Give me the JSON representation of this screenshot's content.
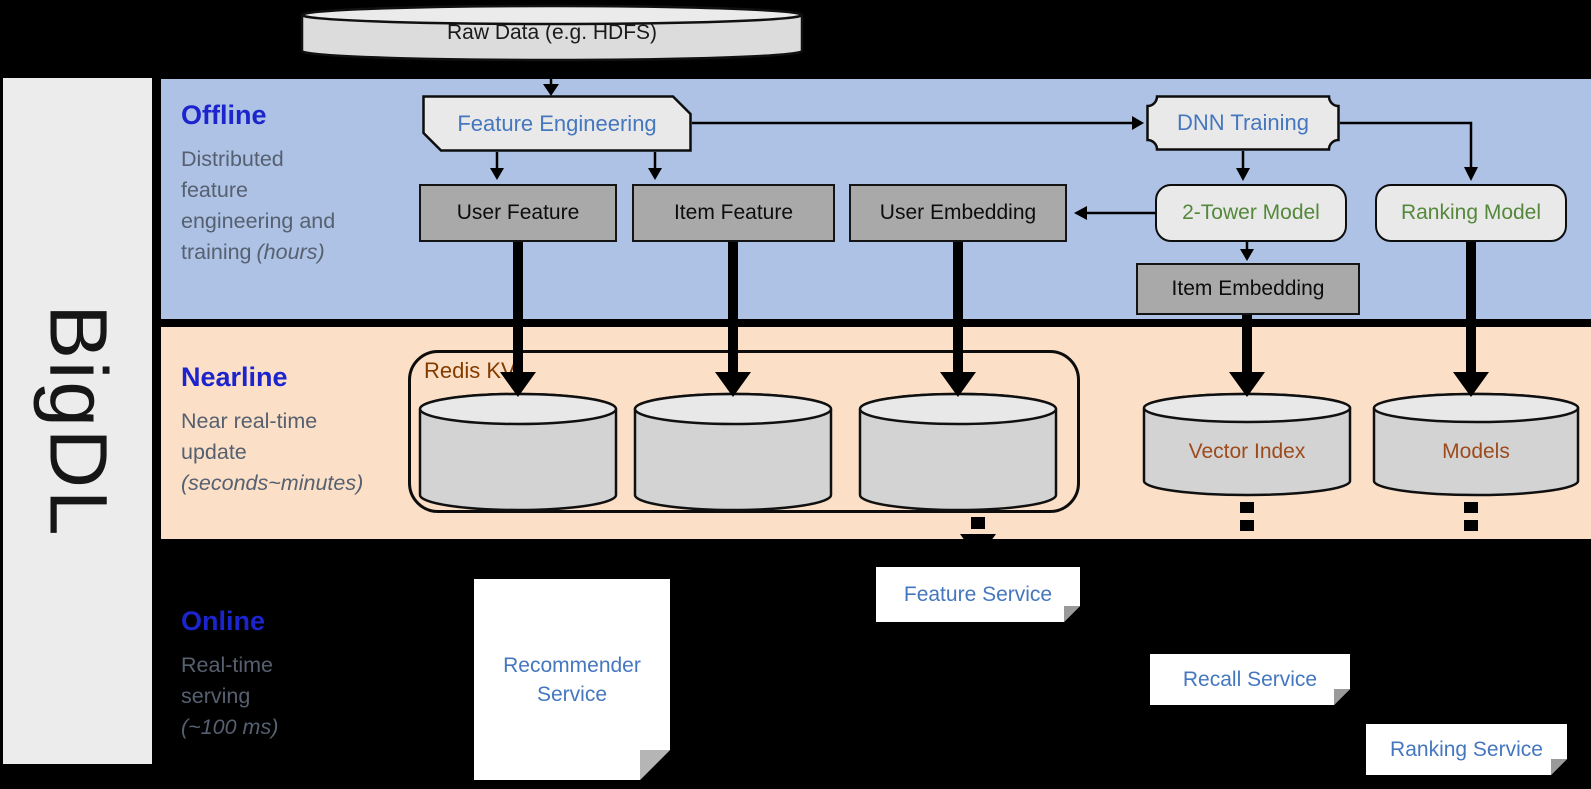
{
  "sidebar": {
    "logo": "BigDL"
  },
  "source": {
    "label": "Raw Data (e.g. HDFS)"
  },
  "sections": {
    "offline": {
      "title": "Offline",
      "line1": "Distributed",
      "line2": "feature",
      "line3": "engineering and",
      "line4": "training",
      "line4_note": "(hours)"
    },
    "nearline": {
      "title": "Nearline",
      "line1": "Near real-time",
      "line2": "update",
      "line3_note": "(seconds~minutes)"
    },
    "online": {
      "title": "Online",
      "line1": "Real-time",
      "line2": "serving",
      "line3_note": "(~100 ms)"
    }
  },
  "nodes": {
    "feature_engineering": "Feature Engineering",
    "dnn_training": "DNN Training",
    "user_feature": "User Feature",
    "item_feature": "Item Feature",
    "user_embedding": "User Embedding",
    "two_tower_model": "2-Tower Model",
    "ranking_model": "Ranking Model",
    "item_embedding": "Item Embedding",
    "redis_kv": "Redis KV",
    "vector_index": "Vector Index",
    "models": "Models",
    "recommender_service": "Recommender Service",
    "feature_service": "Feature Service",
    "recall_service": "Recall Service",
    "ranking_service": "Ranking Service"
  },
  "colors": {
    "offline_band": "#adc2e4",
    "nearline_band": "#fbdfc7",
    "section_title_blue": "#1b24cd",
    "section_text_gray": "#566070",
    "node_text_blue": "#4577bf",
    "node_text_green": "#54883a",
    "redis_label_brown": "#833c00",
    "cylinder_label_brown": "#9d4b1d",
    "gray_box_fill": "#a9a9a9",
    "light_box_fill": "#e9e9e9"
  }
}
